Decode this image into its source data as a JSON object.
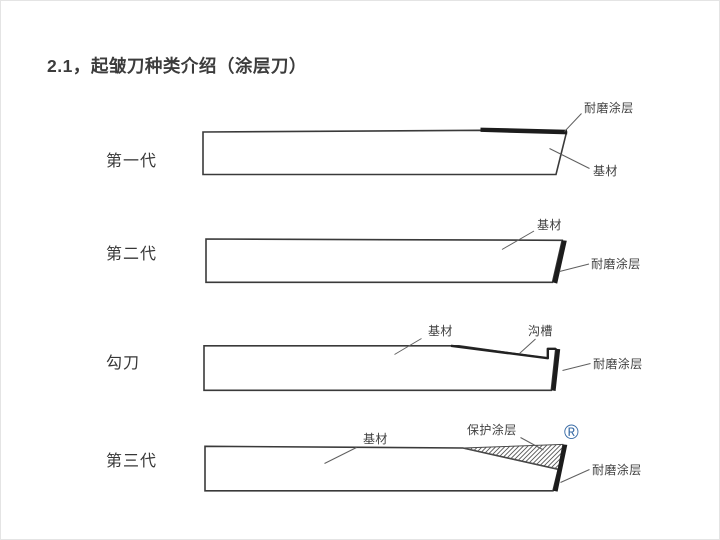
{
  "slide": {
    "title": "2.1，起皱刀种类介绍（涂层刀）"
  },
  "rows": [
    {
      "name": "第一代",
      "annotations": {
        "coating": "耐磨涂层",
        "substrate": "基材"
      }
    },
    {
      "name": "第二代",
      "annotations": {
        "substrate": "基材",
        "coating": "耐磨涂层"
      }
    },
    {
      "name": "勾刀",
      "annotations": {
        "substrate": "基材",
        "groove": "沟槽",
        "coating": "耐磨涂层"
      }
    },
    {
      "name": "第三代",
      "annotations": {
        "substrate": "基材",
        "protective": "保护涂层",
        "registered": "®",
        "coating": "耐磨涂层"
      }
    }
  ],
  "colors": {
    "background": "#ffffff",
    "outline": "#3a3a3a",
    "coating_stripe": "#1c1c1c",
    "label_text": "#3f3f3f",
    "registered_blue": "#3a6ca6"
  }
}
